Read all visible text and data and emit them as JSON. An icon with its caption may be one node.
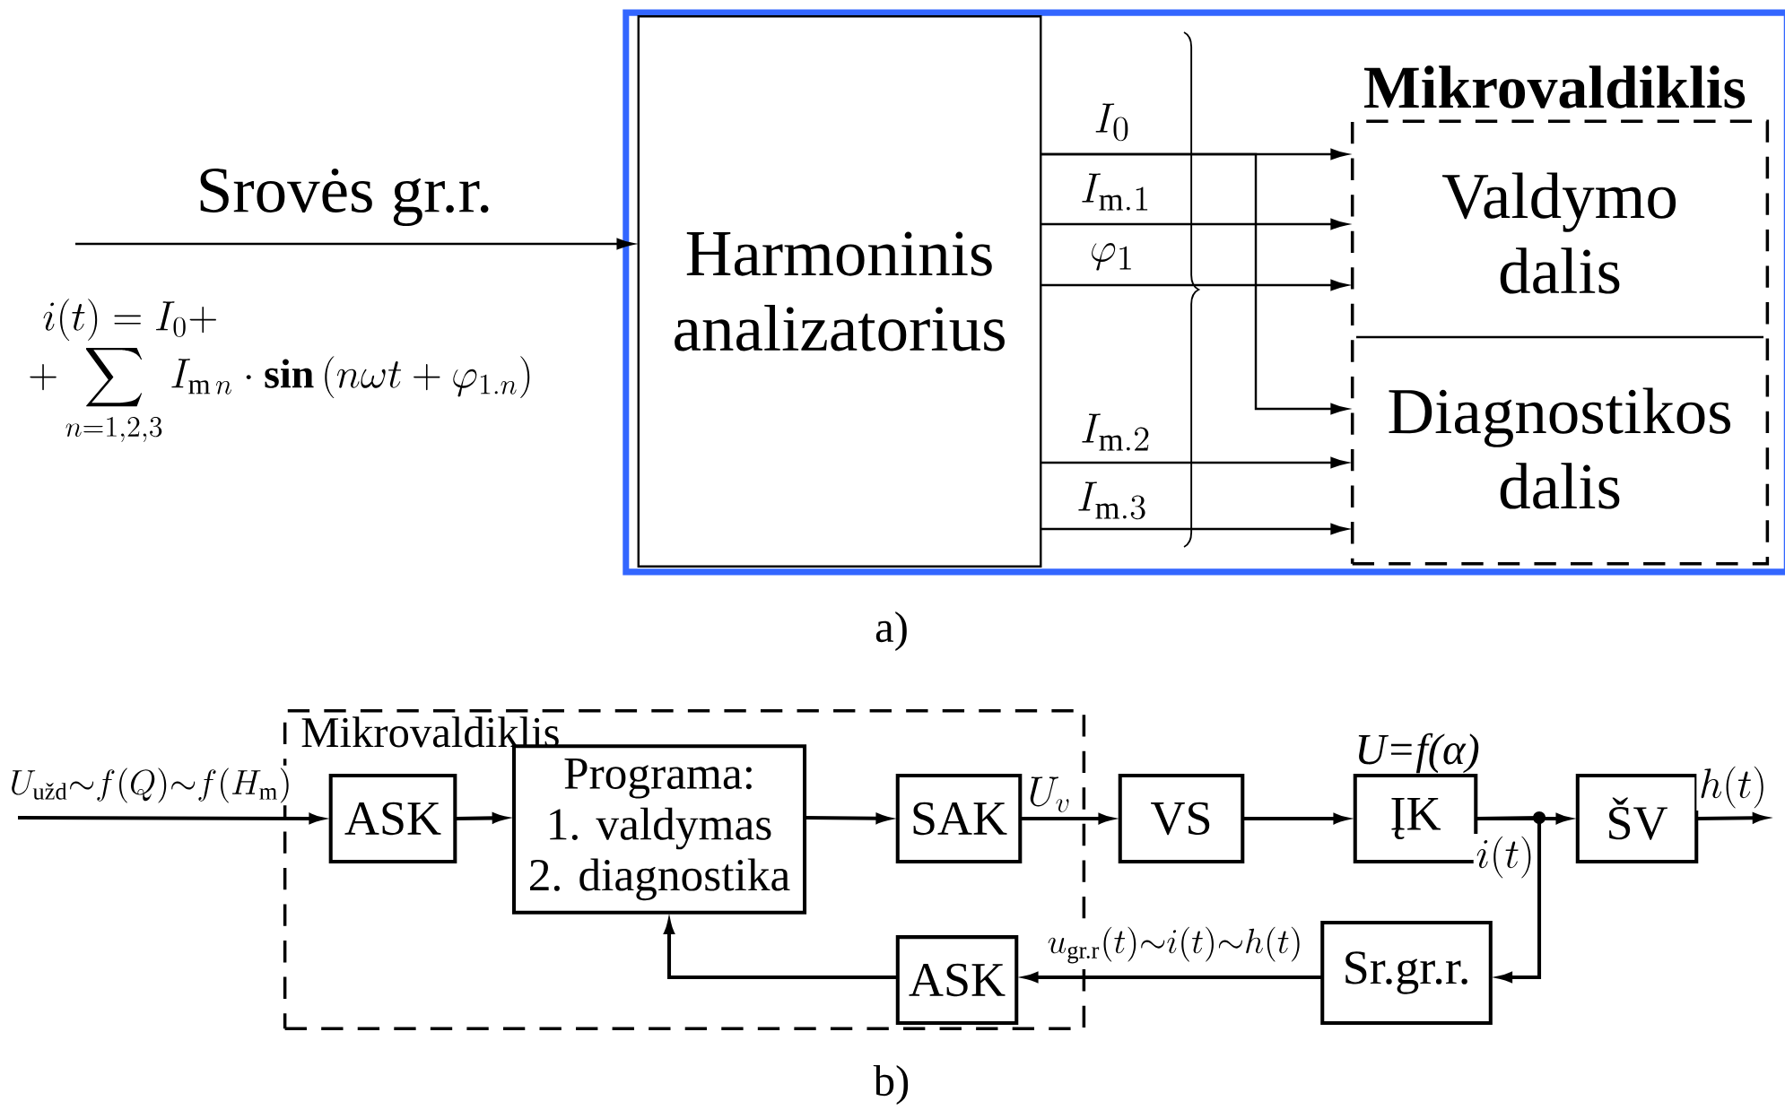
{
  "diagram": {
    "nodes": [
      {
        "text": [],
        "shape": "box"
      },
      {
        "text": [
          "Harmoninis analizatorius"
        ],
        "in": 0
      },
      {
        "text": [
          "Mikrovaldiklis"
        ],
        "in": 0
      },
      {
        "text": [
          "Valdymo dalis"
        ],
        "in": 2
      },
      {
        "text": [
          "Diagnostikos dalis"
        ],
        "in": 2
      },
      {
        "text": [
          "Mikrovaldiklis"
        ]
      },
      {
        "text": [
          "ASK"
        ],
        "in": 5
      },
      {
        "text": [
          "Programa:",
          "1. valdymas",
          "2. diagnostika"
        ],
        "in": 5
      },
      {
        "text": [
          "SAK"
        ],
        "in": 5
      },
      {
        "text": [
          "ASK"
        ],
        "in": 5
      },
      {
        "text": [
          "VS"
        ]
      },
      {
        "text": [
          "ĮK"
        ],
        "beside": [
          "U=f(α)"
        ]
      },
      {
        "text": [
          "ŠV"
        ]
      },
      {
        "text": [
          "Sr.gr.r."
        ]
      }
    ],
    "edges": [
      {
        "from": null,
        "to": 1,
        "arrow": "to",
        "label": "Srovės gr.r."
      },
      {
        "from": 1,
        "to": 3,
        "arrow": "to",
        "label": "I_0"
      },
      {
        "from": 1,
        "to": 3,
        "arrow": "to",
        "label": "I_{\\mathrm{m}.1}"
      },
      {
        "from": 1,
        "to": 3,
        "arrow": "to",
        "label": "\\varphi_1"
      },
      {
        "from": 1,
        "to": 4,
        "arrow": "to"
      },
      {
        "from": 1,
        "to": 4,
        "arrow": "to",
        "label": "I_{\\mathrm{m}.2}"
      },
      {
        "from": 1,
        "to": 4,
        "arrow": "to",
        "label": "I_{\\mathrm{m}.3}"
      },
      {
        "from": null,
        "to": 6,
        "arrow": "to",
        "label": "U_{\\text{užd}}{\\sim}f(Q){\\sim}f(H_{\\mathrm{m}})"
      },
      {
        "from": 6,
        "to": 7,
        "arrow": "to"
      },
      {
        "from": 7,
        "to": 8,
        "arrow": "to"
      },
      {
        "from": 8,
        "to": 10,
        "arrow": "to",
        "label": "U_v"
      },
      {
        "from": 10,
        "to": 11,
        "arrow": "to"
      },
      {
        "from": 11,
        "to": 12,
        "arrow": "to",
        "label": "i(t)"
      },
      {
        "from": 11,
        "to": 13,
        "arrow": "to"
      },
      {
        "from": 12,
        "to": null,
        "arrow": "to",
        "label": "h(t)"
      },
      {
        "from": 13,
        "to": 9,
        "arrow": "to",
        "label": "u_{\\text{gr.r}}(t){\\sim}i(t){\\sim}h(t)"
      },
      {
        "from": 9,
        "to": 7,
        "arrow": "to"
      }
    ],
    "labels": [
      "i(t) = I_0 +",
      "+ \\sum_{n=1,2,3} I_{\\mathrm{m}\\,n} \\cdot \\mathbf{sin}\\left(n\\omega t + \\varphi_{1.n}\\right)",
      "a)",
      "b)"
    ]
  }
}
